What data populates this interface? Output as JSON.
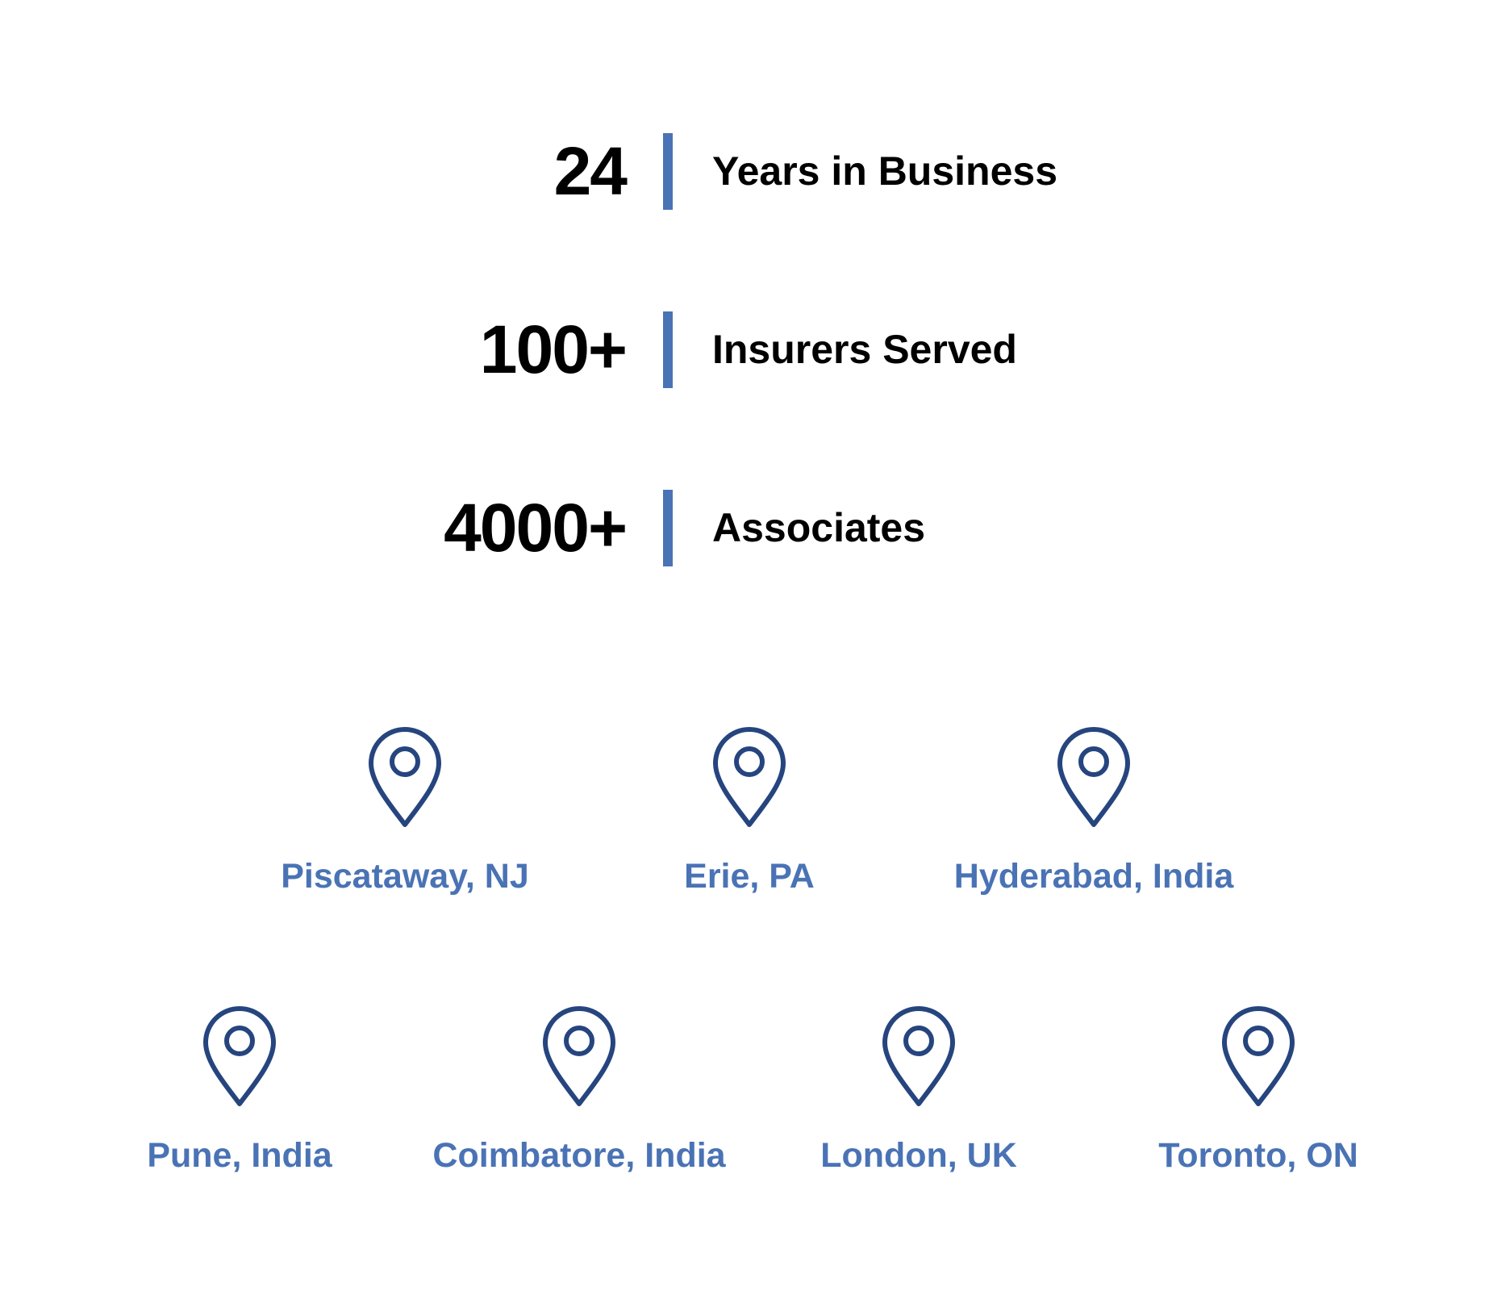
{
  "stats": [
    {
      "value": "24",
      "label": "Years in Business"
    },
    {
      "value": "100+",
      "label": "Insurers Served"
    },
    {
      "value": "4000+",
      "label": "Associates"
    }
  ],
  "locations": [
    {
      "label": "Piscataway, NJ"
    },
    {
      "label": "Erie, PA"
    },
    {
      "label": "Hyderabad, India"
    },
    {
      "label": "Pune, India"
    },
    {
      "label": "Coimbatore, India"
    },
    {
      "label": "London, UK"
    },
    {
      "label": "Toronto, ON"
    }
  ],
  "colors": {
    "accent": "#4a73b5",
    "pin_stroke": "#26457f",
    "stat_text": "#000000",
    "background": "#ffffff"
  },
  "icons": {
    "location": "map-pin-icon"
  }
}
